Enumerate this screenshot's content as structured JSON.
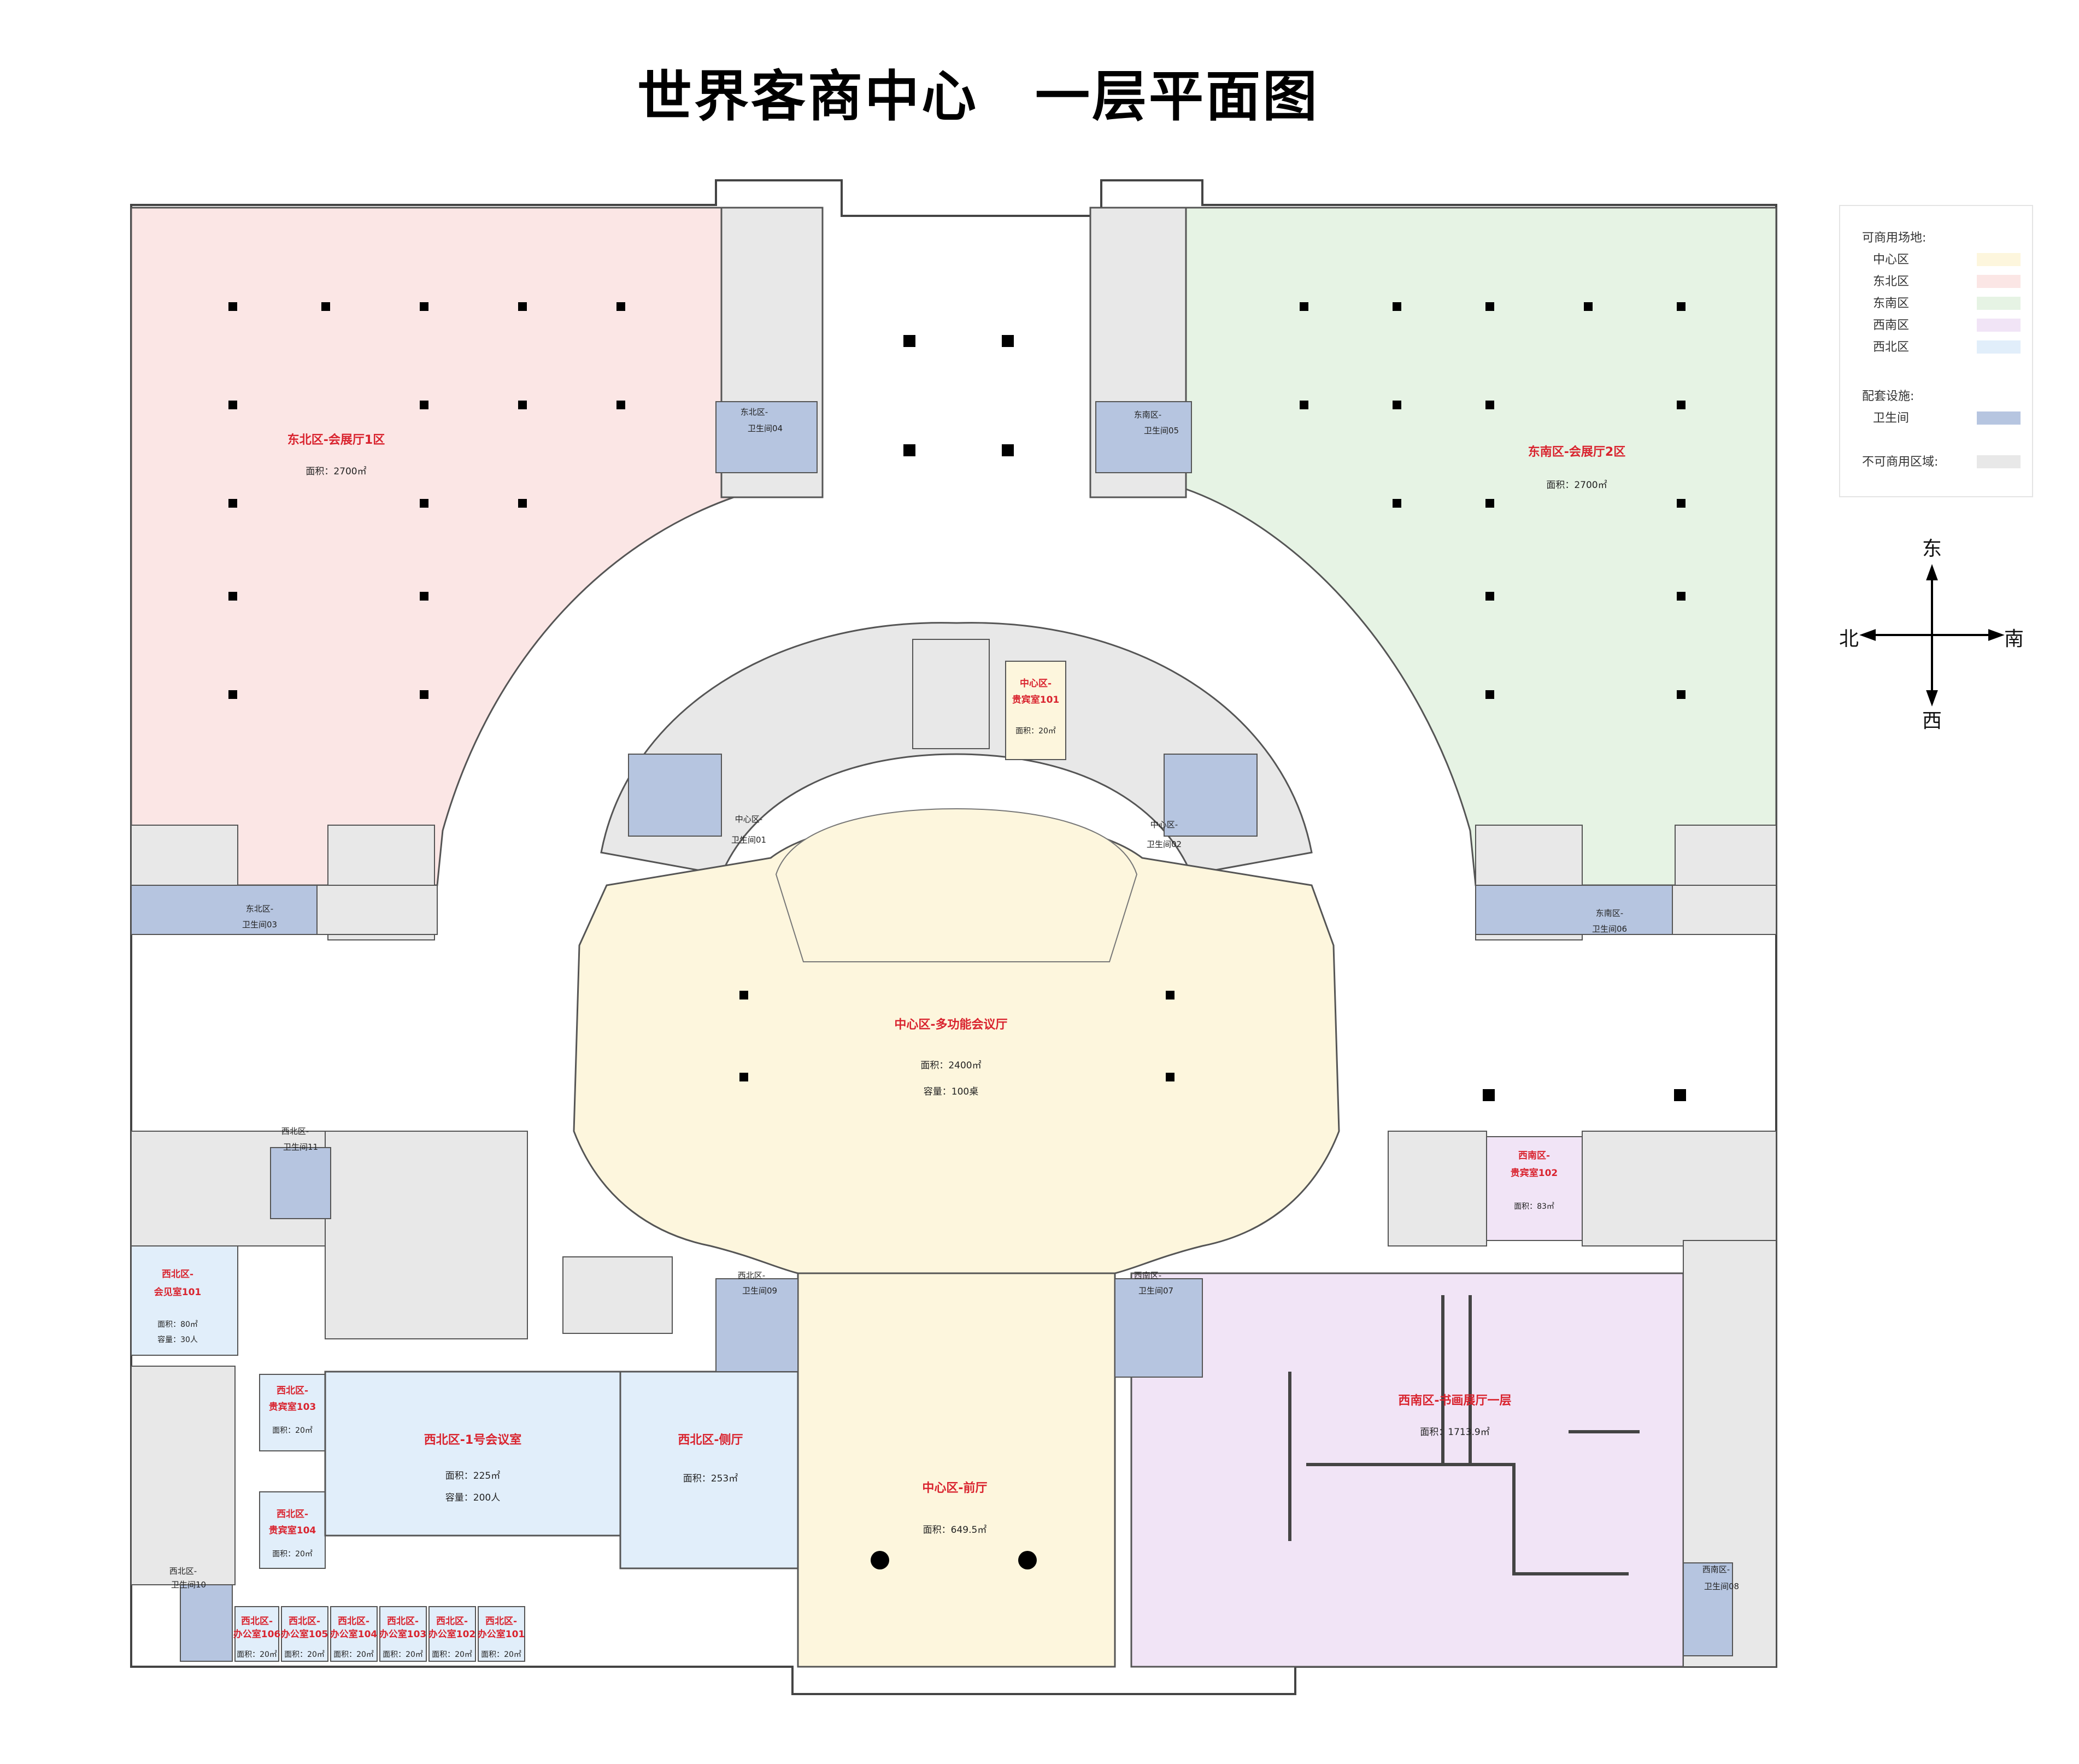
{
  "title": "世界客商中心　一层平面图",
  "colors": {
    "center": "#fdf6dd",
    "northeast": "#fbe6e5",
    "southeast": "#e6f3e4",
    "southwest": "#f1e4f6",
    "northwest": "#e1eefa",
    "restroom": "#b6c5e0",
    "noncommercial": "#e8e8e8",
    "accent": "#d9232e"
  },
  "legend": {
    "commercial_heading": "可商用场地:",
    "zones": [
      {
        "label": "中心区",
        "color": "#fdf6dd"
      },
      {
        "label": "东北区",
        "color": "#fbe6e5"
      },
      {
        "label": "东南区",
        "color": "#e6f3e4"
      },
      {
        "label": "西南区",
        "color": "#f1e4f6"
      },
      {
        "label": "西北区",
        "color": "#e1eefa"
      }
    ],
    "facilities_heading": "配套设施:",
    "facilities": [
      {
        "label": "卫生间",
        "color": "#b6c5e0"
      }
    ],
    "noncommercial_label": "不可商用区域:",
    "noncommercial_color": "#e8e8e8"
  },
  "compass": {
    "north": "北",
    "south": "南",
    "east": "东",
    "west": "西"
  },
  "rooms": {
    "ne_hall": {
      "name": "东北区-会展厅1区",
      "area": "面积：2700㎡"
    },
    "se_hall": {
      "name": "东南区-会展厅2区",
      "area": "面积：2700㎡"
    },
    "multi_hall": {
      "name": "中心区-多功能会议厅",
      "area": "面积：2400㎡",
      "capacity": "容量：100桌"
    },
    "vip101": {
      "name1": "中心区-",
      "name2": "贵宾室101",
      "area": "面积：20㎡"
    },
    "se_vip102": {
      "name1": "西南区-",
      "name2": "贵宾室102",
      "area": "面积：83㎡"
    },
    "lobby": {
      "name": "中心区-前厅",
      "area": "面积：649.5㎡"
    },
    "painting_hall": {
      "name": "西南区-书画展厅一层",
      "area": "面积：1713.9㎡"
    },
    "nw_meeting1": {
      "name": "西北区-1号会议室",
      "area": "面积：225㎡",
      "capacity": "容量：200人"
    },
    "nw_side_hall": {
      "name": "西北区-侧厅",
      "area": "面积：253㎡"
    },
    "nw_reception101": {
      "name1": "西北区-",
      "name2": "会见室101",
      "area": "面积：80㎡",
      "capacity": "容量：30人"
    },
    "nw_vip103": {
      "name1": "西北区-",
      "name2": "贵宾室103",
      "area": "面积：20㎡"
    },
    "nw_vip104": {
      "name1": "西北区-",
      "name2": "贵宾室104",
      "area": "面积：20㎡"
    },
    "offices": [
      {
        "name1": "西北区-",
        "name2": "办公室106",
        "area": "面积：20㎡"
      },
      {
        "name1": "西北区-",
        "name2": "办公室105",
        "area": "面积：20㎡"
      },
      {
        "name1": "西北区-",
        "name2": "办公室104",
        "area": "面积：20㎡"
      },
      {
        "name1": "西北区-",
        "name2": "办公室103",
        "area": "面积：20㎡"
      },
      {
        "name1": "西北区-",
        "name2": "办公室102",
        "area": "面积：20㎡"
      },
      {
        "name1": "西北区-",
        "name2": "办公室101",
        "area": "面积：20㎡"
      }
    ]
  },
  "restrooms": {
    "wc01": {
      "l1": "中心区-",
      "l2": "卫生间01"
    },
    "wc02": {
      "l1": "中心区-",
      "l2": "卫生间02"
    },
    "wc03": {
      "l1": "东北区-",
      "l2": "卫生间03"
    },
    "wc04": {
      "l1": "东北区-",
      "l2": "卫生间04"
    },
    "wc05": {
      "l1": "东南区-",
      "l2": "卫生间05"
    },
    "wc06": {
      "l1": "东南区-",
      "l2": "卫生间06"
    },
    "wc07": {
      "l1": "西南区-",
      "l2": "卫生间07"
    },
    "wc08": {
      "l1": "西南区-",
      "l2": "卫生间08"
    },
    "wc09": {
      "l1": "西北区-",
      "l2": "卫生间09"
    },
    "wc10": {
      "l1": "西北区-",
      "l2": "卫生间10"
    },
    "wc11": {
      "l1": "西北区-",
      "l2": "卫生间11"
    }
  }
}
